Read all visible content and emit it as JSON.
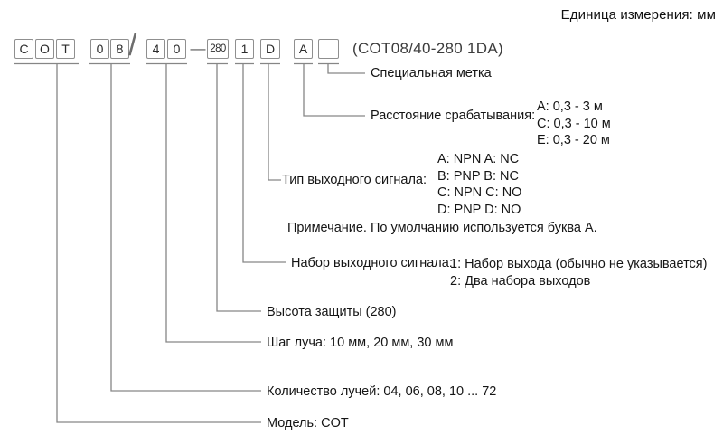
{
  "meta": {
    "unit_note": "Единица измерения: мм"
  },
  "code": {
    "boxes": [
      "C",
      "O",
      "T",
      "0",
      "8",
      "4",
      "0",
      "280",
      "1",
      "D",
      "A",
      ""
    ],
    "separators": {
      "slash": "/",
      "dash": "—"
    },
    "example": "(COT08/40-280 1DA)"
  },
  "legend": [
    {
      "id": "special-mark",
      "label": "Специальная метка"
    },
    {
      "id": "distance",
      "label": "Расстояние срабатывания:",
      "options": [
        "A: 0,3 - 3 м",
        "C: 0,3 - 10 м",
        "E: 0,3 - 20 м"
      ]
    },
    {
      "id": "output-type",
      "label": "Тип выходного сигнала:",
      "options": [
        "A: NPN A: NC",
        "B: PNP B: NC",
        "C: NPN C: NO",
        "D: PNP D: NO"
      ]
    },
    {
      "id": "note",
      "label": "Примечание. По умолчанию используется буква A."
    },
    {
      "id": "output-set",
      "label": "Набор выходного сигнала:",
      "options": [
        "1: Набор выхода (обычно не указывается)",
        "2: Два набора выходов"
      ]
    },
    {
      "id": "protection-height",
      "label": "Высота защиты (280)"
    },
    {
      "id": "beam-step",
      "label": "Шаг луча: 10 мм, 20 мм, 30 мм"
    },
    {
      "id": "beam-count",
      "label": "Количество лучей: 04, 06, 08, 10 ... 72"
    },
    {
      "id": "model",
      "label": "Модель: COT"
    }
  ]
}
